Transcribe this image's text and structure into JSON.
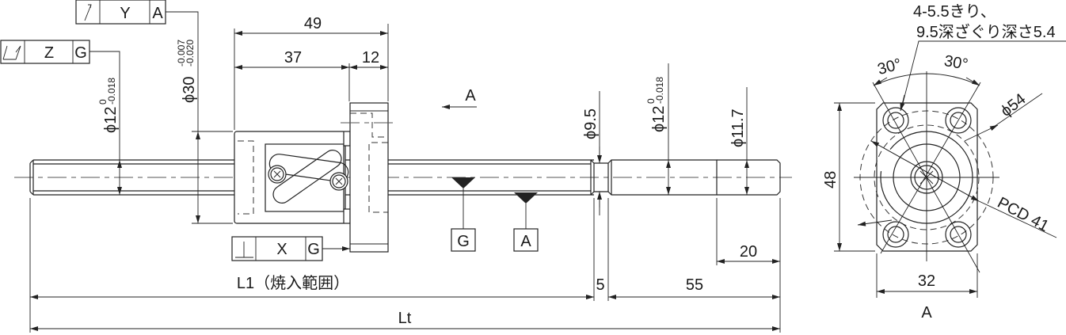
{
  "gdt": {
    "runout": {
      "symbol": "circular-runout",
      "tolerance": "Y",
      "datum": "A"
    },
    "total_runout": {
      "symbol": "total-runout",
      "tolerance": "Z",
      "datum": "G"
    },
    "perpendicularity": {
      "symbol": "perpendicularity",
      "tolerance": "X",
      "datum": "G"
    }
  },
  "datums": {
    "g": "G",
    "a": "A"
  },
  "dimensions": {
    "nut_length": "49",
    "nut_body": "37",
    "flange": "12",
    "nut_dia": "ϕ30",
    "nut_dia_upper": "-0.007",
    "nut_dia_lower": "-0.020",
    "shaft_dia": "ϕ12",
    "shaft_dia_upper": "0",
    "shaft_dia_lower": "-0.018",
    "neck_dia": "ϕ9.5",
    "journal_dia": "ϕ12",
    "journal_dia_upper": "0",
    "journal_dia_lower": "-0.018",
    "end_dia": "ϕ11.7",
    "end_length": "20",
    "l1": "L1（焼入範囲）",
    "neck_length": "5",
    "journal_length": "55",
    "total": "Lt"
  },
  "view_arrow": "A",
  "end_view": {
    "hole_note_1": "4-5.5きり、",
    "hole_note_2": "9.5深ざぐり深さ5.4",
    "angle_left": "30°",
    "angle_right": "30°",
    "flange_dia": "ϕ54",
    "pcd": "PCD 41",
    "height": "48",
    "width": "32",
    "label": "A"
  }
}
